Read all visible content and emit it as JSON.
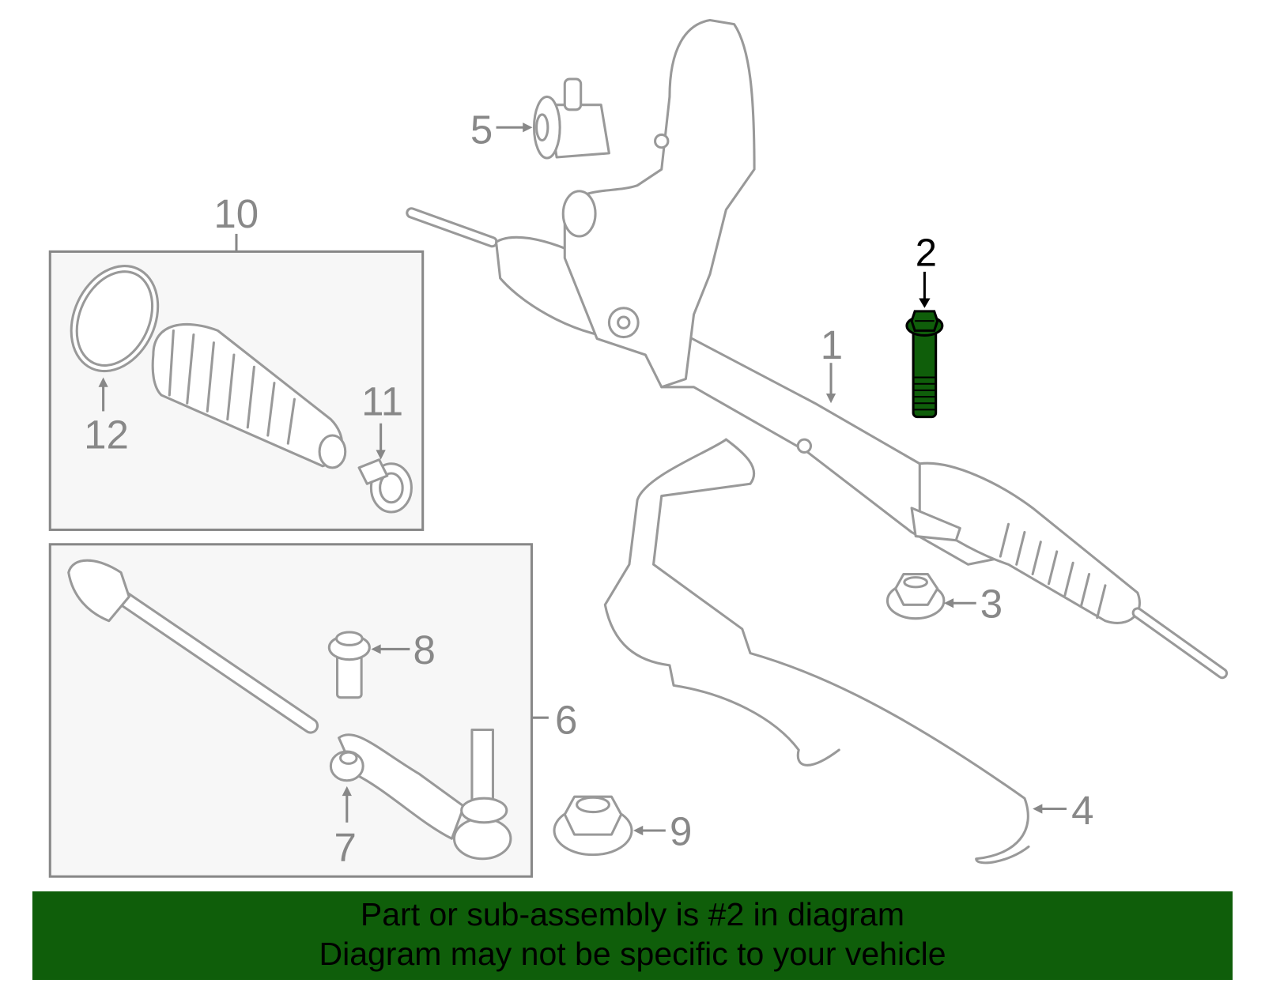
{
  "callouts": {
    "c1": "1",
    "c2": "2",
    "c3": "3",
    "c4": "4",
    "c5": "5",
    "c6": "6",
    "c7": "7",
    "c8": "8",
    "c9": "9",
    "c10": "10",
    "c11": "11",
    "c12": "12"
  },
  "highlight": {
    "part": "2",
    "color": "#0f5e0a"
  },
  "banner": {
    "line1": "Part or sub-assembly is #2 in diagram",
    "line2": "Diagram may not be specific to your vehicle",
    "color": "#0f5e0a"
  }
}
